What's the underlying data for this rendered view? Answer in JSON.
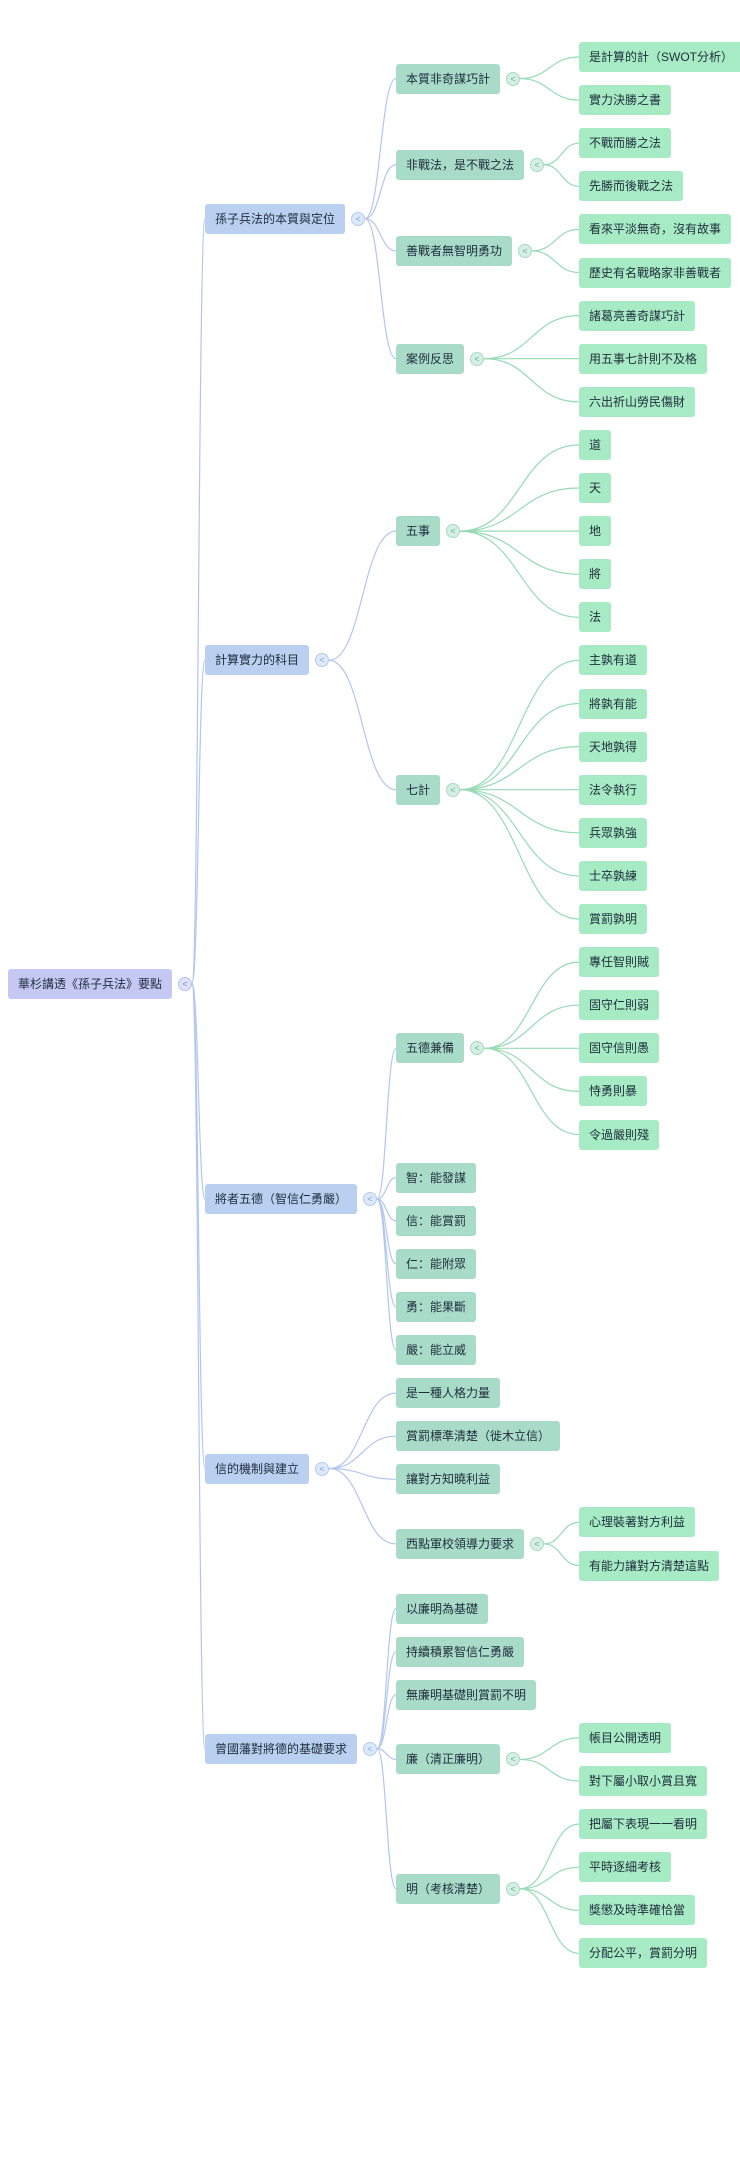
{
  "mindmap": {
    "root": {
      "label": "華杉講透《孫子兵法》要點",
      "collapse_icon": "<",
      "children": [
        {
          "label": "孫子兵法的本質與定位",
          "children": [
            {
              "label": "本質非奇謀巧計",
              "children": [
                {
                  "label": "是計算的計（SWOT分析）"
                },
                {
                  "label": "實力決勝之書"
                }
              ]
            },
            {
              "label": "非戰法，是不戰之法",
              "children": [
                {
                  "label": "不戰而勝之法"
                },
                {
                  "label": "先勝而後戰之法"
                }
              ]
            },
            {
              "label": "善戰者無智明勇功",
              "children": [
                {
                  "label": "看來平淡無奇，沒有故事"
                },
                {
                  "label": "歷史有名戰略家非善戰者"
                }
              ]
            },
            {
              "label": "案例反思",
              "children": [
                {
                  "label": "諸葛亮善奇謀巧計"
                },
                {
                  "label": "用五事七計則不及格"
                },
                {
                  "label": "六出祈山勞民傷財"
                }
              ]
            }
          ]
        },
        {
          "label": "計算實力的科目",
          "children": [
            {
              "label": "五事",
              "children": [
                {
                  "label": "道"
                },
                {
                  "label": "天"
                },
                {
                  "label": "地"
                },
                {
                  "label": "將"
                },
                {
                  "label": "法"
                }
              ]
            },
            {
              "label": "七計",
              "children": [
                {
                  "label": "主孰有道"
                },
                {
                  "label": "將孰有能"
                },
                {
                  "label": "天地孰得"
                },
                {
                  "label": "法令執行"
                },
                {
                  "label": "兵眾孰強"
                },
                {
                  "label": "士卒孰練"
                },
                {
                  "label": "賞罰孰明"
                }
              ]
            }
          ]
        },
        {
          "label": "將者五德（智信仁勇嚴）",
          "children": [
            {
              "label": "五德兼備",
              "children": [
                {
                  "label": "專任智則賊"
                },
                {
                  "label": "固守仁則弱"
                },
                {
                  "label": "固守信則愚"
                },
                {
                  "label": "恃勇則暴"
                },
                {
                  "label": "令過嚴則殘"
                }
              ]
            },
            {
              "label": "智：能發謀"
            },
            {
              "label": "信：能賞罰"
            },
            {
              "label": "仁：能附眾"
            },
            {
              "label": "勇：能果斷"
            },
            {
              "label": "嚴：能立威"
            }
          ]
        },
        {
          "label": "信的機制與建立",
          "children": [
            {
              "label": "是一種人格力量"
            },
            {
              "label": "賞罰標準清楚（徙木立信）"
            },
            {
              "label": "讓對方知曉利益"
            },
            {
              "label": "西點軍校領導力要求",
              "children": [
                {
                  "label": "心理裝著對方利益"
                },
                {
                  "label": "有能力讓對方清楚這點"
                }
              ]
            }
          ]
        },
        {
          "label": "曾國藩對將德的基礎要求",
          "children": [
            {
              "label": "以廉明為基礎"
            },
            {
              "label": "持續積累智信仁勇嚴"
            },
            {
              "label": "無廉明基礎則賞罰不明"
            },
            {
              "label": "廉（清正廉明）",
              "children": [
                {
                  "label": "帳目公開透明"
                },
                {
                  "label": "對下屬小取小賞且寬"
                }
              ]
            },
            {
              "label": "明（考核清楚）",
              "children": [
                {
                  "label": "把屬下表現一一看明"
                },
                {
                  "label": "平時逐細考核"
                },
                {
                  "label": "獎懲及時準確恰當"
                },
                {
                  "label": "分配公平，賞罰分明"
                }
              ]
            }
          ]
        }
      ]
    },
    "colors": {
      "root_fill": "#c4c8f2",
      "level1_fill": "#b9d0f0",
      "level2_fill": "#a8dcc8",
      "level3_fill": "#a6ebc4",
      "edge_blue": "#b3c6ee",
      "edge_green": "#96dbb5"
    }
  }
}
